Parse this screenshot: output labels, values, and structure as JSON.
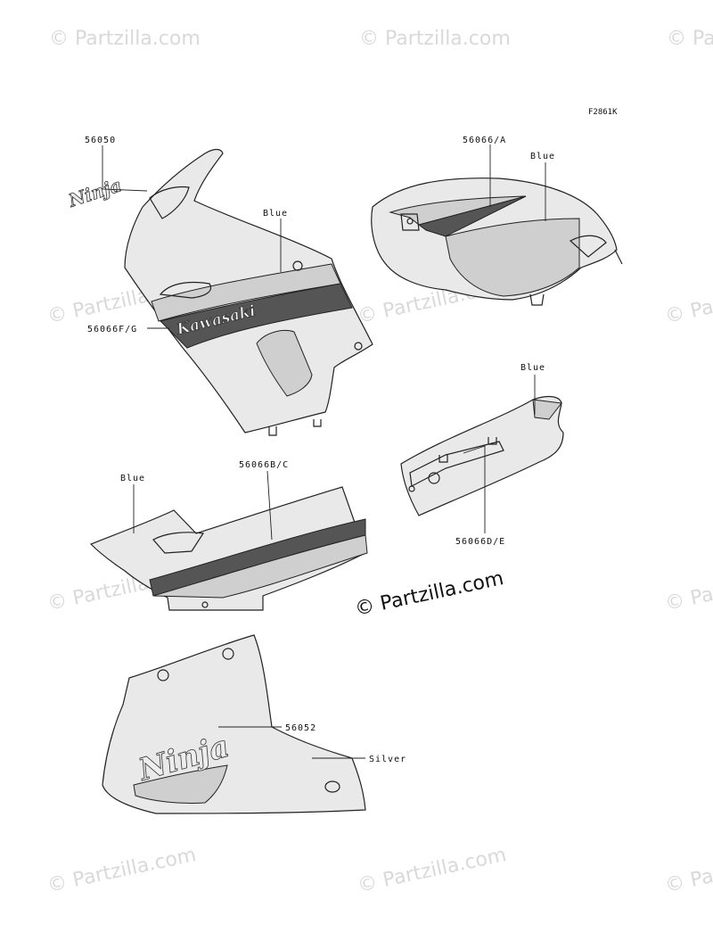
{
  "diagram_id": "F2861K",
  "watermark_text": "© Partzilla.com",
  "center_watermark": "© Partzilla.com",
  "parts": [
    {
      "id": "p-56050",
      "number": "56050"
    },
    {
      "id": "p-56066fg",
      "number": "56066F/G"
    },
    {
      "id": "p-56066a",
      "number": "56066/A"
    },
    {
      "id": "p-56066bc",
      "number": "56066B/C"
    },
    {
      "id": "p-56066de",
      "number": "56066D/E"
    },
    {
      "id": "p-56052",
      "number": "56052"
    }
  ],
  "color_labels": {
    "fairing": "Blue",
    "tank": "Blue",
    "side_cover_left": "Blue",
    "tail": "Blue",
    "lower_cowl": "Silver"
  },
  "decal_texts": {
    "fairing_brand": "Kawasaki",
    "ninja_small": "Ninja",
    "ninja_large": "Ninja"
  },
  "colors": {
    "line": "#222222",
    "watermark": "#d9d9d9",
    "stripe_dark": "#555555",
    "panel_fill": "#e9e9e9"
  }
}
